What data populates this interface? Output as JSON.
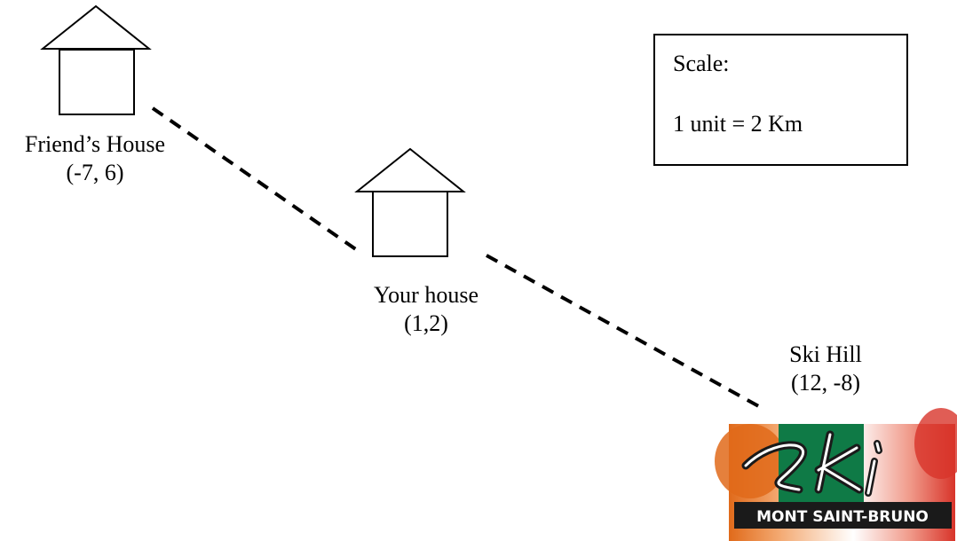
{
  "locations": {
    "friend": {
      "name": "Friend’s House",
      "coords": "(-7, 6)"
    },
    "yours": {
      "name": "Your house",
      "coords": "(1,2)"
    },
    "ski": {
      "name": "Ski Hill",
      "coords": "(12, -8)"
    }
  },
  "scale": {
    "title": "Scale:",
    "value": "1 unit = 2 Km"
  },
  "logo": {
    "wordmark": "Ski",
    "text": "MONT SAINT-BRUNO"
  },
  "icons": [
    "house-icon",
    "house-icon",
    "ski-logo"
  ],
  "colors": {
    "logo_green": "#0f7a46",
    "logo_dark": "#1a1a1a",
    "logo_orange": "#e06a1a",
    "logo_red": "#d8342a"
  }
}
